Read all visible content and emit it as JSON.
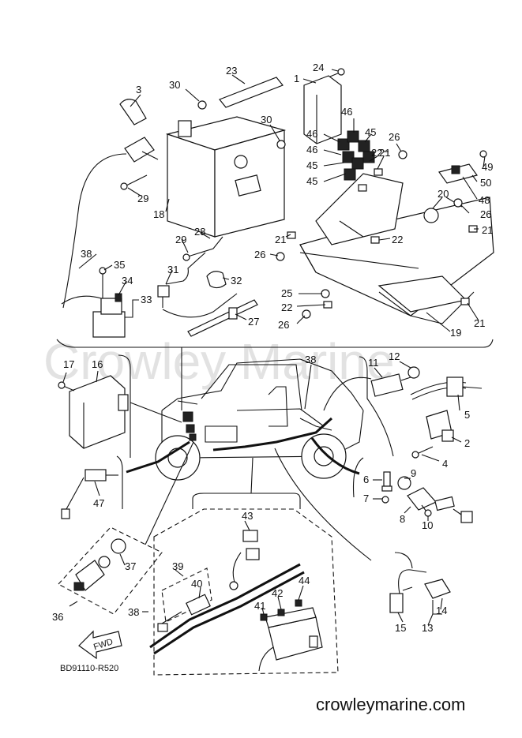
{
  "watermark": "Crowley Marine",
  "diagram_code": "BD91110-R520",
  "fwd_label": "FWD",
  "site": "crowleymarine.com",
  "callouts": [
    "1",
    "2",
    "3",
    "4",
    "5",
    "6",
    "7",
    "8",
    "9",
    "10",
    "11",
    "12",
    "13",
    "14",
    "15",
    "16",
    "17",
    "18",
    "19",
    "20",
    "21",
    "21",
    "21",
    "21",
    "22",
    "22",
    "22",
    "23",
    "24",
    "25",
    "26",
    "26",
    "26",
    "26",
    "27",
    "28",
    "29",
    "29",
    "30",
    "30",
    "31",
    "32",
    "33",
    "34",
    "35",
    "36",
    "37",
    "38",
    "38",
    "38",
    "39",
    "40",
    "41",
    "42",
    "43",
    "44",
    "45",
    "45",
    "45",
    "46",
    "46",
    "46",
    "47",
    "48",
    "49",
    "50"
  ]
}
